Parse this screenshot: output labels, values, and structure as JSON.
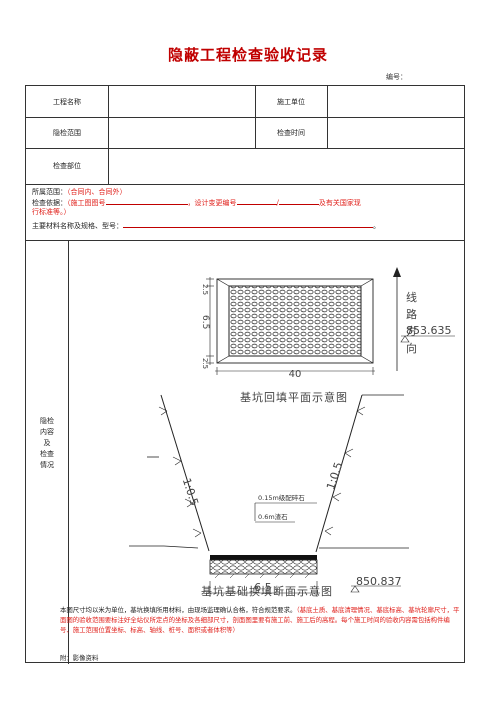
{
  "title": "隐蔽工程检查验收记录",
  "doc_no_label": "编号：",
  "header": {
    "project_name": "工程名称",
    "construction_unit": "施工单位",
    "inspection_scope": "隐检范围",
    "inspection_time": "检查时间",
    "inspection_part": "检查部位"
  },
  "info": {
    "range_label": "所属范围：",
    "range_value": "（合同内、合同外）",
    "basis_label": "检查依据：",
    "basis_drawing": "（施工图图号",
    "basis_change": "，设计变更编号",
    "basis_slash": "/",
    "basis_national": "及有关国家现",
    "basis_national2": "行标准等。）",
    "material_label": "主要材料名称及规格、型号：",
    "material_end": "。"
  },
  "content_label": [
    "隐检",
    "内容",
    "及",
    "检查",
    "情况"
  ],
  "plan_view": {
    "title": "基坑回填平面示意图",
    "direction": [
      "线",
      "路",
      "方",
      "向"
    ],
    "dim_width": "40",
    "dim_top": "2.5",
    "dim_mid": "6.5",
    "dim_bottom": "2.5"
  },
  "section_view": {
    "title": "基坑基础换填断面示意图",
    "elev_top": "853.635",
    "elev_bottom": "850.837",
    "slope_left": "1:0.5",
    "slope_right": "1:0.5",
    "layer_gravel": "0.15m级配碎石",
    "layer_stone": "0.6m渣石",
    "bottom_width": "6.5"
  },
  "note_black": "本图尺寸均以米为单位，基坑换填所用材料，由现场监理确认合格，符合规范要求。",
  "note_red": "（基底土质、基底清理情况、基底标高、基坑轮廓尺寸，平面图的验收范围要标注好全站仪所定点的坐标及各细部尺寸，剖面图里要有施工前、施工后的高程。每个施工时间的验收内容需包括构件编号、施工范围位置坐标、标高、轴线、桩号、面积或者体积等）",
  "appendix": "附：影像资料",
  "colors": {
    "title": "#c00000",
    "red_text": "#e0201b",
    "line": "#333333"
  }
}
